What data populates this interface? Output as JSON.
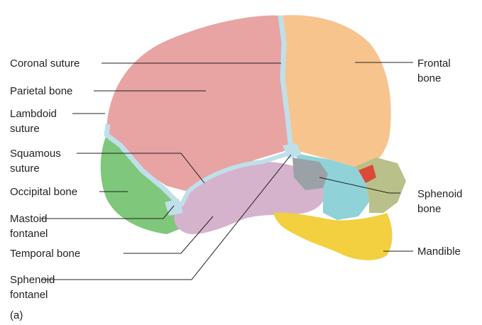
{
  "labels": {
    "coronal_suture": "Coronal suture",
    "parietal_bone": "Parietal bone",
    "lambdoid_suture_1": "Lambdoid",
    "lambdoid_suture_2": "suture",
    "squamous_suture_1": "Squamous",
    "squamous_suture_2": "suture",
    "occipital_bone": "Occipital bone",
    "mastoid_fontanel_1": "Mastoid",
    "mastoid_fontanel_2": "fontanel",
    "temporal_bone": "Temporal bone",
    "sphenoid_fontanel_1": "Sphenoid",
    "sphenoid_fontanel_2": "fontanel",
    "frontal_bone_1": "Frontal",
    "frontal_bone_2": "bone",
    "sphenoid_bone_1": "Sphenoid",
    "sphenoid_bone_2": "bone",
    "mandible": "Mandible"
  },
  "panel_label": "(a)",
  "colors": {
    "parietal": "#e8a3a3",
    "frontal": "#f7c48e",
    "occipital": "#7fc77a",
    "temporal": "#d6b3cc",
    "sphenoid": "#8fd3d8",
    "mandible": "#f2d040",
    "suture": "#bfe0ea",
    "leader_line": "#231f20"
  }
}
